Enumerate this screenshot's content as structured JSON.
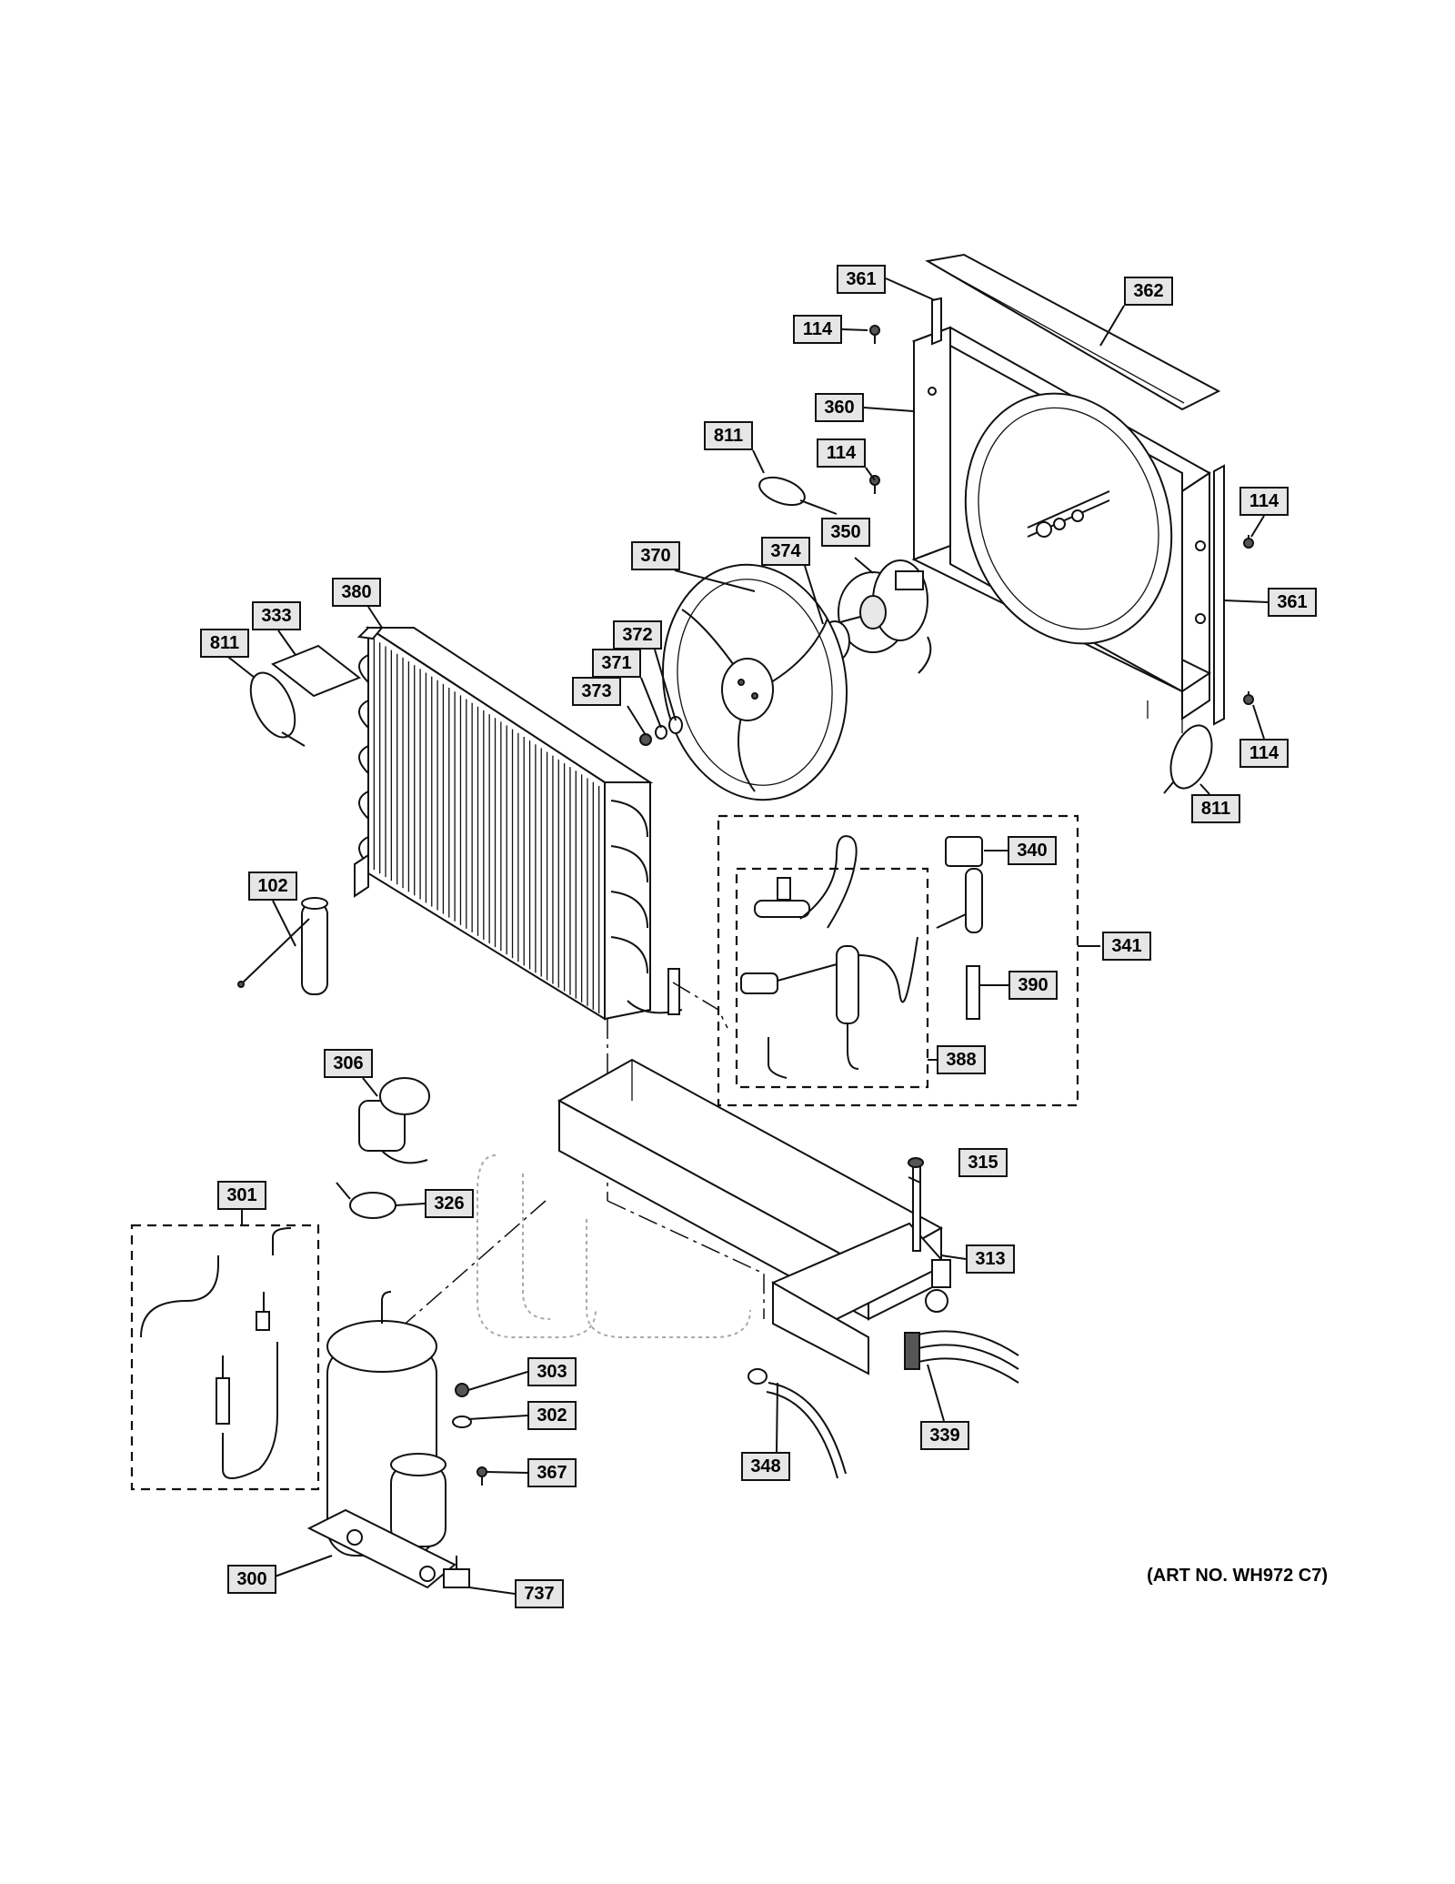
{
  "diagram": {
    "art_number": "(ART NO. WH972 C7)",
    "callouts": [
      {
        "id": "c361a",
        "text": "361"
      },
      {
        "id": "c362",
        "text": "362"
      },
      {
        "id": "c114a",
        "text": "114"
      },
      {
        "id": "c360",
        "text": "360"
      },
      {
        "id": "c811a",
        "text": "811"
      },
      {
        "id": "c114b",
        "text": "114"
      },
      {
        "id": "c114c",
        "text": "114"
      },
      {
        "id": "c350",
        "text": "350"
      },
      {
        "id": "c374",
        "text": "374"
      },
      {
        "id": "c370",
        "text": "370"
      },
      {
        "id": "c361b",
        "text": "361"
      },
      {
        "id": "c380",
        "text": "380"
      },
      {
        "id": "c333",
        "text": "333"
      },
      {
        "id": "c372",
        "text": "372"
      },
      {
        "id": "c811b",
        "text": "811"
      },
      {
        "id": "c371",
        "text": "371"
      },
      {
        "id": "c373",
        "text": "373"
      },
      {
        "id": "c114d",
        "text": "114"
      },
      {
        "id": "c811c",
        "text": "811"
      },
      {
        "id": "c340",
        "text": "340"
      },
      {
        "id": "c102",
        "text": "102"
      },
      {
        "id": "c341",
        "text": "341"
      },
      {
        "id": "c390",
        "text": "390"
      },
      {
        "id": "c388",
        "text": "388"
      },
      {
        "id": "c306",
        "text": "306"
      },
      {
        "id": "c315",
        "text": "315"
      },
      {
        "id": "c301",
        "text": "301"
      },
      {
        "id": "c326",
        "text": "326"
      },
      {
        "id": "c313",
        "text": "313"
      },
      {
        "id": "c303",
        "text": "303"
      },
      {
        "id": "c302",
        "text": "302"
      },
      {
        "id": "c339",
        "text": "339"
      },
      {
        "id": "c348",
        "text": "348"
      },
      {
        "id": "c367",
        "text": "367"
      },
      {
        "id": "c300",
        "text": "300"
      },
      {
        "id": "c737",
        "text": "737"
      }
    ]
  }
}
